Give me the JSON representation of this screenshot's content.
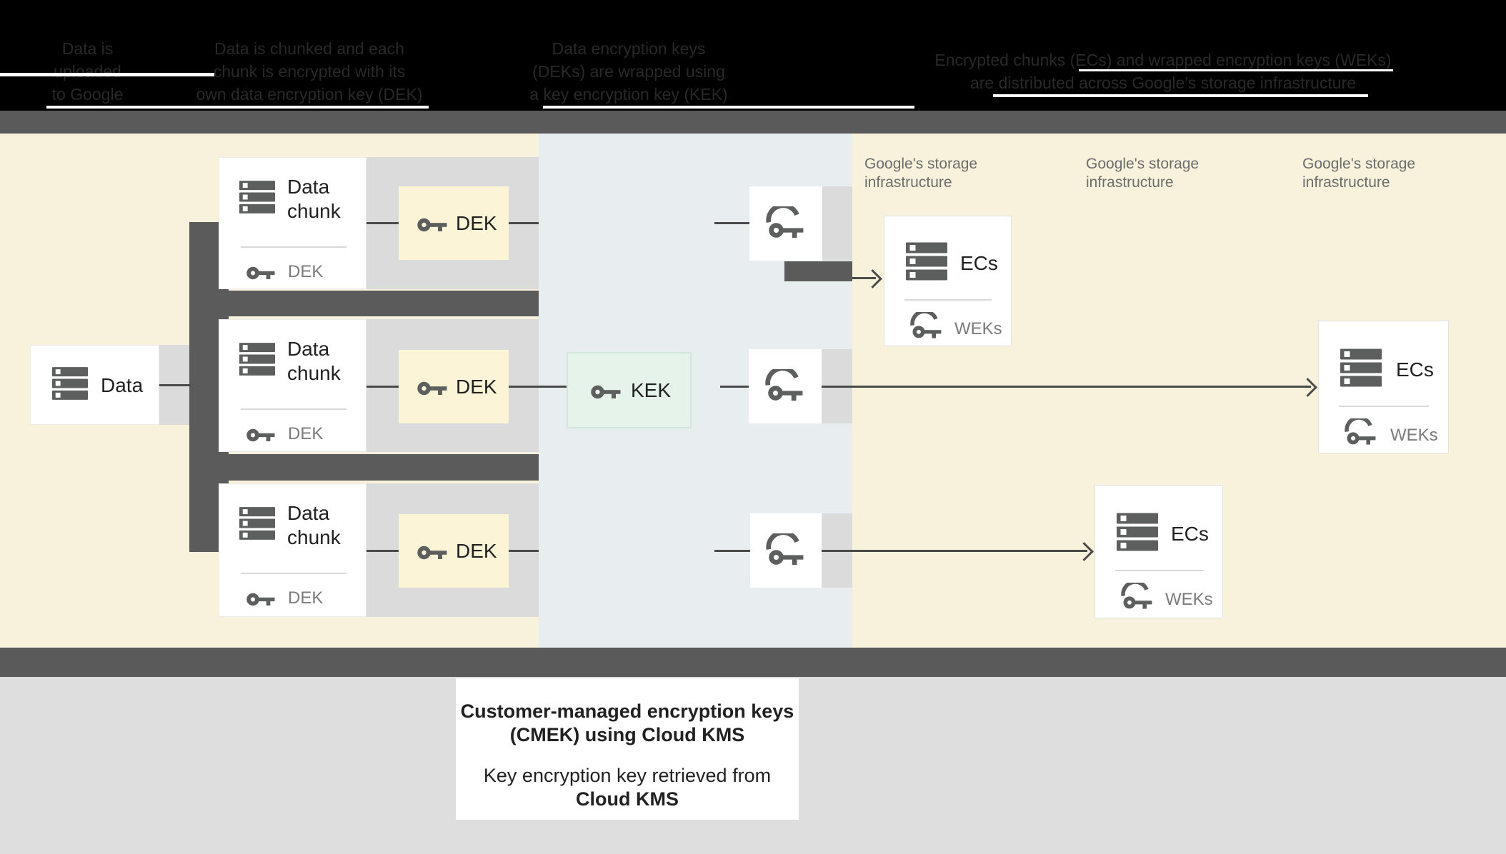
{
  "header": {
    "steps": [
      {
        "lines": [
          "Data is",
          "uploaded",
          "to Google"
        ]
      },
      {
        "lines": [
          "Data is chunked and each",
          "chunk is encrypted with its",
          "own data encryption key (DEK)"
        ]
      },
      {
        "lines": [
          "Data encryption keys",
          "(DEKs) are wrapped using",
          "a key encryption key (KEK)"
        ]
      },
      {
        "lines": [
          "Encrypted chunks (ECs) and wrapped encryption keys (WEKs)",
          "are distributed across Google's storage infrastructure"
        ]
      }
    ]
  },
  "diagram": {
    "data_box": {
      "label": "Data"
    },
    "chunk_rows": [
      {
        "title": "Data chunk",
        "key_label": "DEK",
        "dek_label": "DEK"
      },
      {
        "title": "Data chunk",
        "key_label": "DEK",
        "dek_label": "DEK"
      },
      {
        "title": "Data chunk",
        "key_label": "DEK",
        "dek_label": "DEK"
      }
    ],
    "kek_box": {
      "label": "KEK"
    },
    "storage_labels": [
      "Google's storage infrastructure",
      "Google's storage infrastructure",
      "Google's storage infrastructure"
    ],
    "ecs_boxes": [
      {
        "title": "ECs",
        "key_label": "WEKs"
      },
      {
        "title": "ECs",
        "key_label": "WEKs"
      },
      {
        "title": "ECs",
        "key_label": "WEKs"
      }
    ]
  },
  "caption": {
    "title_line1": "Customer-managed encryption keys",
    "title_line2": "(CMEK) using Cloud KMS",
    "body_line1": "Key encryption key retrieved from",
    "body_line2": "Cloud KMS"
  },
  "colors": {
    "cream": "#f8f2dc",
    "kms_band": "#e8edef",
    "dek_fill": "#fcf4d6",
    "kek_fill": "#e5f3eb",
    "dark_gray": "#5a5a5b",
    "light_gray": "#dbdbdb",
    "footer_gray": "#dedede",
    "line": "#4a4a4a",
    "icon_gray": "#5d5e5e",
    "header_bg": "#000000"
  }
}
